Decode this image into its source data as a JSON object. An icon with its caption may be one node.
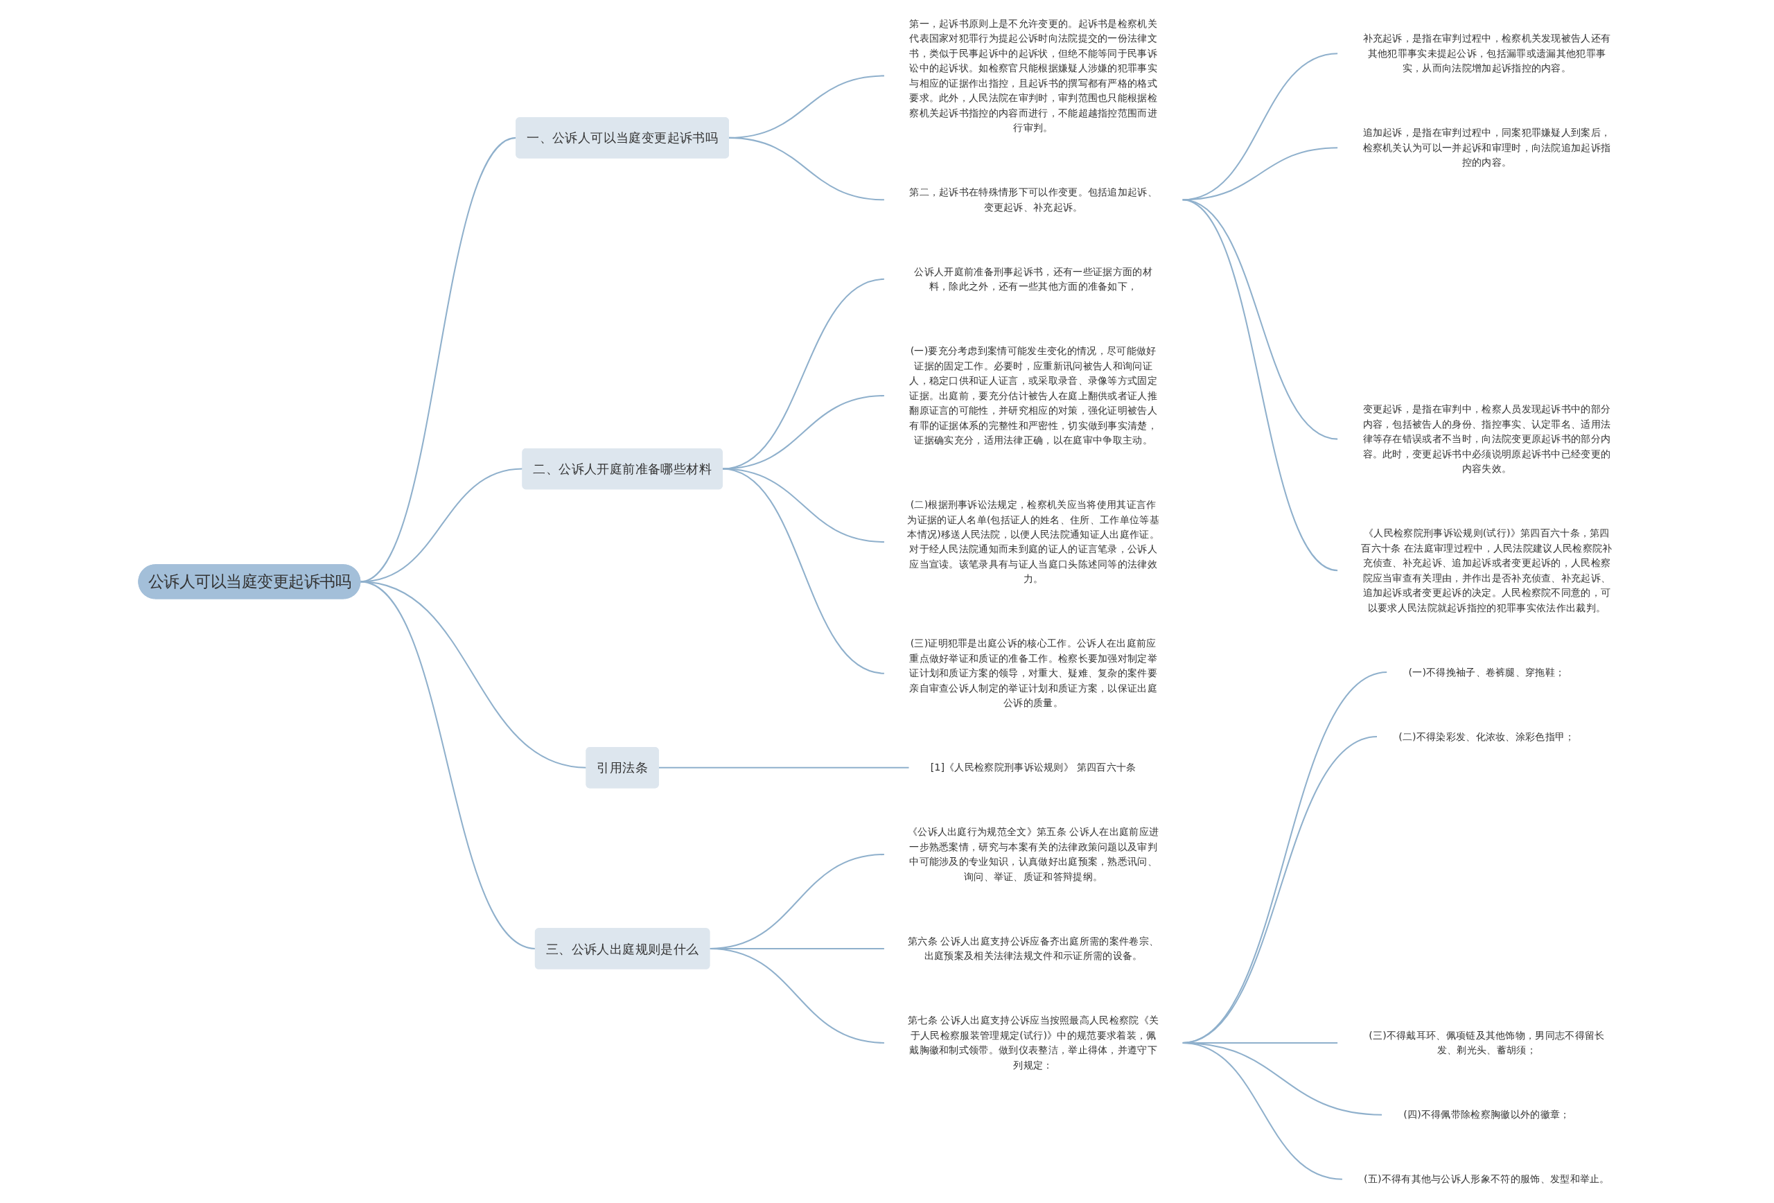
{
  "diagram": {
    "nodes": [
      {
        "text": [
          "公诉人可以当庭变更起诉书吗"
        ]
      },
      {
        "text": [
          "一、公诉人可以当庭变更起诉书吗"
        ]
      },
      {
        "text": [
          "第一，起诉书原则上是不允许变更的。起诉书是检察机关代表国家对犯罪行为提起公诉时向法院提交的一份法律文书，类似于民事起诉中的起诉状，但绝不能等同于民事诉讼中的起诉状。如检察官只能根据嫌疑人涉嫌的犯罪事实与相应的证据作出指控，且起诉书的撰写都有严格的格式要求。此外，人民法院在审判时，审判范围也只能根据检察机关起诉书指控的内容而进行，不能超越指控范围而进行审判。"
        ]
      },
      {
        "text": [
          "第二，起诉书在特殊情形下可以作变更。包括追加起诉、变更起诉、补充起诉。"
        ]
      },
      {
        "text": [
          "补充起诉，是指在审判过程中，检察机关发现被告人还有其他犯罪事实未提起公诉，包括漏罪或遗漏其他犯罪事实，从而向法院增加起诉指控的内容。"
        ]
      },
      {
        "text": [
          "追加起诉，是指在审判过程中，同案犯罪嫌疑人到案后，检察机关认为可以一并起诉和审理时，向法院追加起诉指控的内容。"
        ]
      },
      {
        "text": [
          "变更起诉，是指在审判中，检察人员发现起诉书中的部分内容，包括被告人的身份、指控事实、认定罪名、适用法律等存在错误或者不当时，向法院变更原起诉书的部分内容。此时，变更起诉书中必须说明原起诉书中已经变更的内容失效。"
        ]
      },
      {
        "text": [
          "《人民检察院刑事诉讼规则(试行)》第四百六十条，第四百六十条 在法庭审理过程中，人民法院建议人民检察院补充侦查、补充起诉、追加起诉或者变更起诉的，人民检察院应当审查有关理由，并作出是否补充侦查、补充起诉、追加起诉或者变更起诉的决定。人民检察院不同意的，可以要求人民法院就起诉指控的犯罪事实依法作出裁判。"
        ]
      },
      {
        "text": [
          "二、公诉人开庭前准备哪些材料"
        ]
      },
      {
        "text": [
          "公诉人开庭前准备刑事起诉书，还有一些证据方面的材料，除此之外，还有一些其他方面的准备如下，"
        ]
      },
      {
        "text": [
          "(一)要充分考虑到案情可能发生变化的情况，尽可能做好证据的固定工作。必要时，应重新讯问被告人和询问证人，稳定口供和证人证言，或采取录音、录像等方式固定证据。出庭前，要充分估计被告人在庭上翻供或者证人推翻原证言的可能性，并研究相应的对策，强化证明被告人有罪的证据体系的完整性和严密性，切实做到事实清楚，证据确实充分，适用法律正确，以在庭审中争取主动。"
        ]
      },
      {
        "text": [
          "(二)根据刑事诉讼法规定，检察机关应当将使用其证言作为证据的证人名单(包括证人的姓名、住所、工作单位等基本情况)移送人民法院，以便人民法院通知证人出庭作证。对于经人民法院通知而未到庭的证人的证言笔录，公诉人应当宣读。该笔录具有与证人当庭口头陈述同等的法律效力。"
        ]
      },
      {
        "text": [
          "(三)证明犯罪是出庭公诉的核心工作。公诉人在出庭前应重点做好举证和质证的准备工作。检察长要加强对制定举证计划和质证方案的领导，对重大、疑难、复杂的案件要亲自审查公诉人制定的举证计划和质证方案，以保证出庭公诉的质量。"
        ]
      },
      {
        "text": [
          "引用法条"
        ]
      },
      {
        "text": [
          "[1]《人民检察院刑事诉讼规则》 第四百六十条"
        ]
      },
      {
        "text": [
          "三、公诉人出庭规则是什么"
        ]
      },
      {
        "text": [
          "《公诉人出庭行为规范全文》第五条 公诉人在出庭前应进一步熟悉案情，研究与本案有关的法律政策问题以及审判中可能涉及的专业知识，认真做好出庭预案，熟悉讯问、询问、举证、质证和答辩提纲。"
        ]
      },
      {
        "text": [
          "第六条 公诉人出庭支持公诉应备齐出庭所需的案件卷宗、出庭预案及相关法律法规文件和示证所需的设备。"
        ]
      },
      {
        "text": [
          "第七条 公诉人出庭支持公诉应当按照最高人民检察院《关于人民检察服装管理规定(试行)》中的规范要求着装，佩戴胸徽和制式领带。做到仪表整洁，举止得体，并遵守下列规定："
        ]
      },
      {
        "text": [
          "(一)不得挽袖子、卷裤腿、穿拖鞋；"
        ]
      },
      {
        "text": [
          "(二)不得染彩发、化浓妆、涂彩色指甲；"
        ]
      },
      {
        "text": [
          "(三)不得戴耳环、佩项链及其他饰物，男同志不得留长发、剃光头、蓄胡须；"
        ]
      },
      {
        "text": [
          "(四)不得佩带除检察胸徽以外的徽章；"
        ]
      },
      {
        "text": [
          "(五)不得有其他与公诉人形象不符的服饰、发型和举止。"
        ]
      }
    ],
    "edges": [
      {
        "from": 0,
        "to": 1,
        "arrow": "none"
      },
      {
        "from": 1,
        "to": 2,
        "arrow": "none"
      },
      {
        "from": 1,
        "to": 3,
        "arrow": "none"
      },
      {
        "from": 3,
        "to": 4,
        "arrow": "none"
      },
      {
        "from": 3,
        "to": 5,
        "arrow": "none"
      },
      {
        "from": 3,
        "to": 6,
        "arrow": "none"
      },
      {
        "from": 3,
        "to": 7,
        "arrow": "none"
      },
      {
        "from": 0,
        "to": 8,
        "arrow": "none"
      },
      {
        "from": 8,
        "to": 9,
        "arrow": "none"
      },
      {
        "from": 8,
        "to": 10,
        "arrow": "none"
      },
      {
        "from": 8,
        "to": 11,
        "arrow": "none"
      },
      {
        "from": 8,
        "to": 12,
        "arrow": "none"
      },
      {
        "from": 0,
        "to": 13,
        "arrow": "none"
      },
      {
        "from": 13,
        "to": 14,
        "arrow": "none"
      },
      {
        "from": 0,
        "to": 15,
        "arrow": "none"
      },
      {
        "from": 15,
        "to": 16,
        "arrow": "none"
      },
      {
        "from": 15,
        "to": 17,
        "arrow": "none"
      },
      {
        "from": 15,
        "to": 18,
        "arrow": "none"
      },
      {
        "from": 18,
        "to": 19,
        "arrow": "none"
      },
      {
        "from": 18,
        "to": 20,
        "arrow": "none"
      },
      {
        "from": 18,
        "to": 21,
        "arrow": "none"
      },
      {
        "from": 18,
        "to": 22,
        "arrow": "none"
      },
      {
        "from": 18,
        "to": 23,
        "arrow": "none"
      }
    ]
  }
}
